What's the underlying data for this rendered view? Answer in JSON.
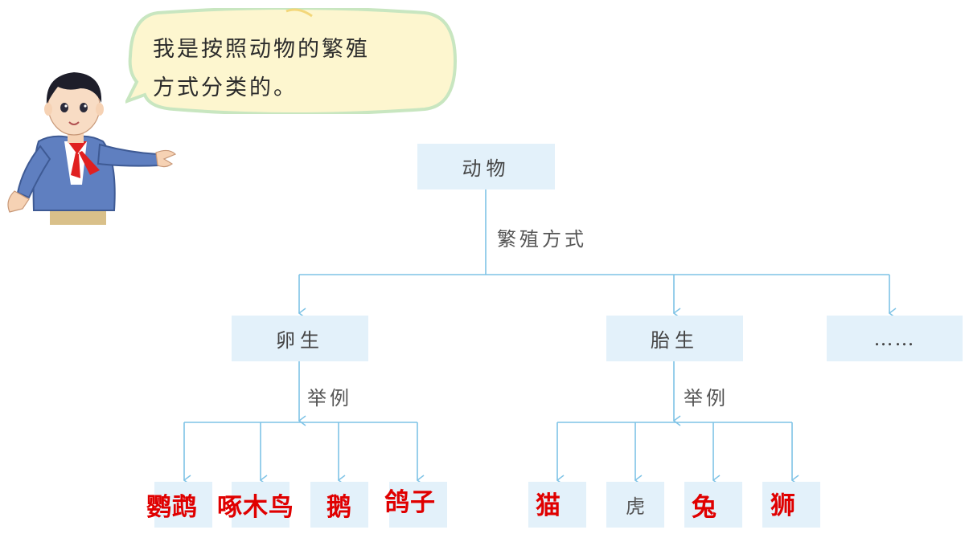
{
  "speech": {
    "line1": "我是按照动物的繁殖",
    "line2": "方式分类的。"
  },
  "tree": {
    "root": "动物",
    "root_edge_label": "繁殖方式",
    "branches": [
      {
        "label": "卵生",
        "edge_label": "举例",
        "examples": [
          "鹦鹉",
          "啄木鸟",
          "鹅",
          "鸽子"
        ]
      },
      {
        "label": "胎生",
        "edge_label": "举例",
        "examples": [
          "猫",
          "虎",
          "兔",
          "狮"
        ]
      },
      {
        "label": "……"
      }
    ]
  },
  "colors": {
    "node_fill": "#e3f1fa",
    "connector": "#7ec3e6",
    "answer_text": "#e00000",
    "bubble_fill": "#fdf6cf",
    "bubble_border": "#c8e6c0"
  },
  "icons": {
    "character": "boy-pointing-illustration"
  }
}
